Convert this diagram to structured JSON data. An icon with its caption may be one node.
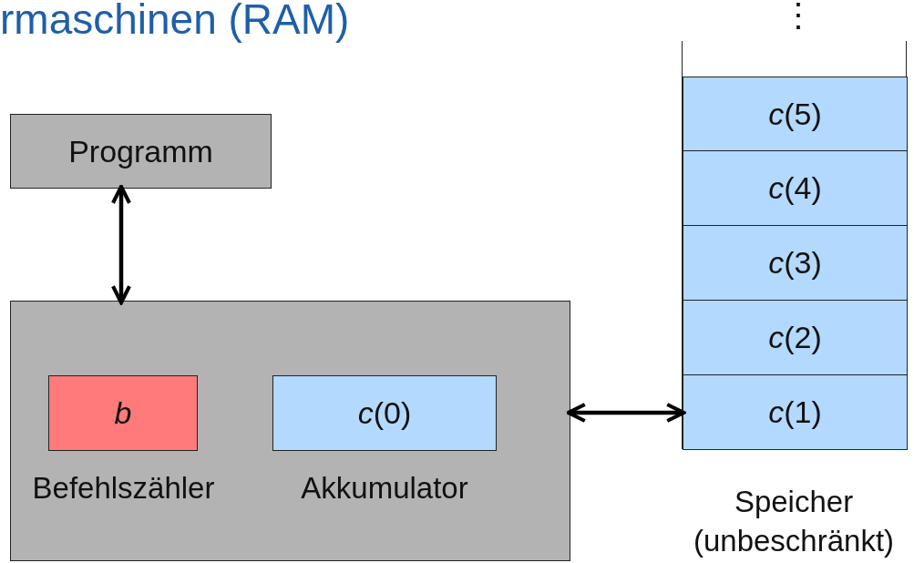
{
  "diagram": {
    "title": "rmaschinen (RAM)",
    "nodes": [
      {
        "text": [
          "Programm"
        ]
      },
      {
        "text": [],
        "shape": "box"
      },
      {
        "text": [
          "b"
        ],
        "in": 1,
        "beside": [
          "Befehlszähler"
        ]
      },
      {
        "text": [
          "*c*(0)"
        ],
        "in": 1,
        "beside": [
          "Akkumulator"
        ]
      },
      {
        "text": [],
        "shape": "box",
        "beside": [
          "Speicher (unbeschränkt)"
        ]
      },
      {
        "text": [
          "*c*(5)"
        ],
        "in": 4
      },
      {
        "text": [
          "*c*(4)"
        ],
        "in": 4
      },
      {
        "text": [
          "*c*(3)"
        ],
        "in": 4
      },
      {
        "text": [
          "*c*(2)"
        ],
        "in": 4
      },
      {
        "text": [
          "*c*(1)"
        ],
        "in": 4
      }
    ],
    "edges": [
      {
        "from": 0,
        "to": 1,
        "arrow": "both"
      },
      {
        "from": 1,
        "to": 4,
        "arrow": "both"
      }
    ],
    "labels": [
      "⋮"
    ]
  }
}
